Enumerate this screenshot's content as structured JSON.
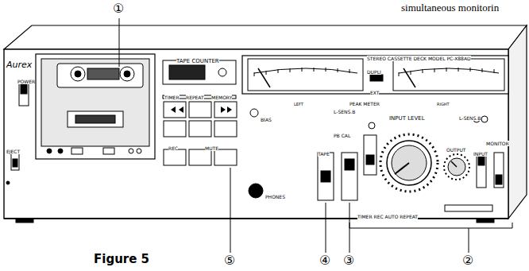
{
  "diagram": {
    "caption": "Figure 5",
    "labels": [
      "simultaneous monitorin",
      "①",
      "Aurex",
      "POWER",
      "EJECT",
      "TAPE COUNTER",
      "TIMER",
      "REPEAT",
      "MEMORY",
      "REC",
      "MUTE",
      "STEREO CASSETTE DECK MODEL PC-X88AD",
      "DUPLI",
      "EXT",
      "LEFT",
      "PEAK METER",
      "RIGHT",
      "BIAS",
      "L-SENS.B",
      "INPUT LEVEL",
      "L-SENS.B",
      "PHONES",
      "TAPE",
      "PB CAL",
      "OUTPUT",
      "INPUT",
      "MONITOR",
      "TIMER REC AUTO REPEAT",
      "⑤",
      "④",
      "③",
      "②"
    ]
  }
}
